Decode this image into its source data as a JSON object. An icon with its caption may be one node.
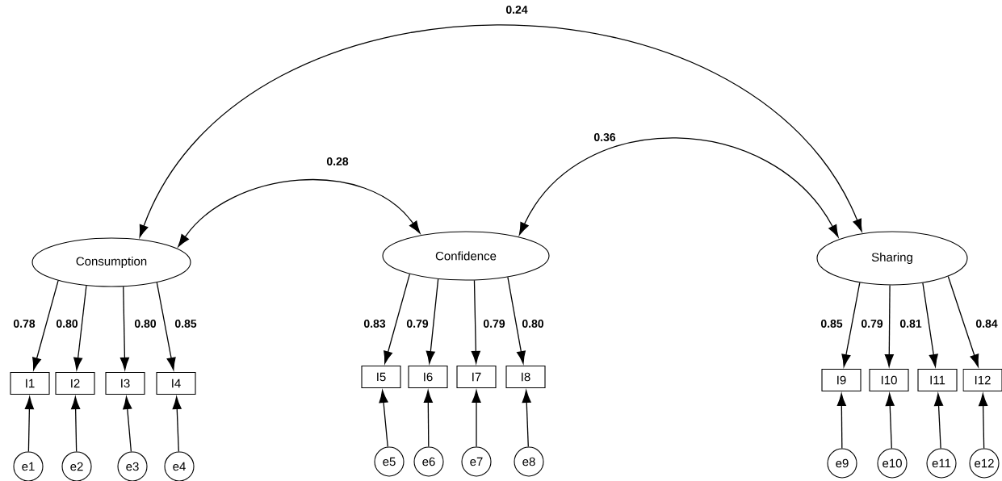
{
  "diagram": {
    "nodes": [
      {
        "text": [
          "Consumption"
        ]
      },
      {
        "text": [
          "Confidence"
        ]
      },
      {
        "text": [
          "Sharing"
        ]
      },
      {
        "text": [
          "I1"
        ]
      },
      {
        "text": [
          "I2"
        ]
      },
      {
        "text": [
          "I3"
        ]
      },
      {
        "text": [
          "I4"
        ]
      },
      {
        "text": [
          "I5"
        ]
      },
      {
        "text": [
          "I6"
        ]
      },
      {
        "text": [
          "I7"
        ]
      },
      {
        "text": [
          "I8"
        ]
      },
      {
        "text": [
          "I9"
        ]
      },
      {
        "text": [
          "I10"
        ]
      },
      {
        "text": [
          "I11"
        ]
      },
      {
        "text": [
          "I12"
        ]
      },
      {
        "text": [
          "e1"
        ]
      },
      {
        "text": [
          "e2"
        ]
      },
      {
        "text": [
          "e3"
        ]
      },
      {
        "text": [
          "e4"
        ]
      },
      {
        "text": [
          "e5"
        ]
      },
      {
        "text": [
          "e6"
        ]
      },
      {
        "text": [
          "e7"
        ]
      },
      {
        "text": [
          "e8"
        ]
      },
      {
        "text": [
          "e9"
        ]
      },
      {
        "text": [
          "e10"
        ]
      },
      {
        "text": [
          "e11"
        ]
      },
      {
        "text": [
          "e12"
        ]
      }
    ],
    "edges": [
      {
        "from": 0,
        "to": 1,
        "arrow": "both",
        "label": "0.28"
      },
      {
        "from": 1,
        "to": 2,
        "arrow": "both",
        "label": "0.36"
      },
      {
        "from": 0,
        "to": 2,
        "arrow": "both",
        "label": "0.24"
      },
      {
        "from": 0,
        "to": 3,
        "arrow": "to",
        "label": "0.78"
      },
      {
        "from": 0,
        "to": 4,
        "arrow": "to",
        "label": "0.80"
      },
      {
        "from": 0,
        "to": 5,
        "arrow": "to",
        "label": "0.80"
      },
      {
        "from": 0,
        "to": 6,
        "arrow": "to",
        "label": "0.85"
      },
      {
        "from": 1,
        "to": 7,
        "arrow": "to",
        "label": "0.83"
      },
      {
        "from": 1,
        "to": 8,
        "arrow": "to",
        "label": "0.79"
      },
      {
        "from": 1,
        "to": 9,
        "arrow": "to",
        "label": "0.79"
      },
      {
        "from": 1,
        "to": 10,
        "arrow": "to",
        "label": "0.80"
      },
      {
        "from": 2,
        "to": 11,
        "arrow": "to",
        "label": "0.85"
      },
      {
        "from": 2,
        "to": 12,
        "arrow": "to",
        "label": "0.79"
      },
      {
        "from": 2,
        "to": 13,
        "arrow": "to",
        "label": "0.81"
      },
      {
        "from": 2,
        "to": 14,
        "arrow": "to",
        "label": "0.84"
      },
      {
        "from": 15,
        "to": 3,
        "arrow": "to"
      },
      {
        "from": 16,
        "to": 4,
        "arrow": "to"
      },
      {
        "from": 17,
        "to": 5,
        "arrow": "to"
      },
      {
        "from": 18,
        "to": 6,
        "arrow": "to"
      },
      {
        "from": 19,
        "to": 7,
        "arrow": "to"
      },
      {
        "from": 20,
        "to": 8,
        "arrow": "to"
      },
      {
        "from": 21,
        "to": 9,
        "arrow": "to"
      },
      {
        "from": 22,
        "to": 10,
        "arrow": "to"
      },
      {
        "from": 23,
        "to": 11,
        "arrow": "to"
      },
      {
        "from": 24,
        "to": 12,
        "arrow": "to"
      },
      {
        "from": 25,
        "to": 13,
        "arrow": "to"
      },
      {
        "from": 26,
        "to": 14,
        "arrow": "to"
      }
    ]
  }
}
